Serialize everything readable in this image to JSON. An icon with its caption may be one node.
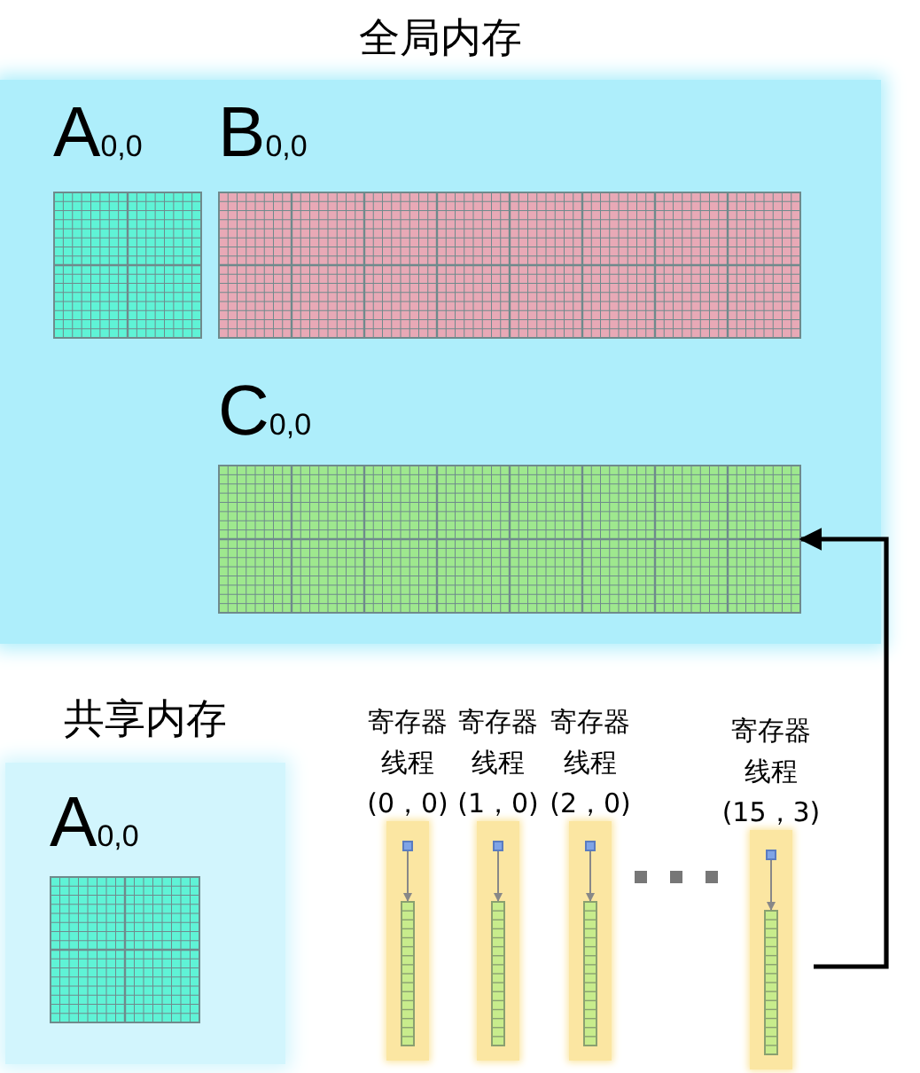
{
  "diagram": {
    "nodes": [
      {
        "text": [
          "全局内存"
        ]
      },
      {
        "text": [
          "A$_{0,0}$"
        ],
        "in": 0
      },
      {
        "text": [
          "B$_{0,0}$"
        ],
        "in": 0
      },
      {
        "text": [
          "C$_{0,0}$"
        ],
        "in": 0
      },
      {
        "text": [
          "共享内存"
        ]
      },
      {
        "text": [
          "A$_{0,0}$"
        ],
        "in": 4
      },
      {
        "text": [
          "寄存器",
          "线程",
          "(0，0)"
        ]
      },
      {
        "text": [],
        "shape": "box",
        "in": 6
      },
      {
        "text": [],
        "shape": "bar",
        "in": 6
      },
      {
        "text": [
          "寄存器",
          "线程",
          "(1，0)"
        ]
      },
      {
        "text": [],
        "shape": "box",
        "in": 9
      },
      {
        "text": [],
        "shape": "bar",
        "in": 9
      },
      {
        "text": [
          "寄存器",
          "线程",
          "(2，0)"
        ]
      },
      {
        "text": [],
        "shape": "box",
        "in": 12
      },
      {
        "text": [],
        "shape": "bar",
        "in": 12
      },
      {
        "text": [
          "寄存器",
          "线程",
          "(15，3)"
        ]
      },
      {
        "text": [],
        "shape": "box",
        "in": 15
      },
      {
        "text": [],
        "shape": "bar",
        "in": 15
      }
    ],
    "edges": [
      {
        "from": 7,
        "to": 8,
        "arrow": "to"
      },
      {
        "from": 10,
        "to": 11,
        "arrow": "to"
      },
      {
        "from": 13,
        "to": 14,
        "arrow": "to"
      },
      {
        "from": 16,
        "to": 17,
        "arrow": "to"
      },
      {
        "from": 15,
        "to": 3,
        "arrow": "to",
        "style": "thick",
        "color": "#000000"
      }
    ]
  }
}
